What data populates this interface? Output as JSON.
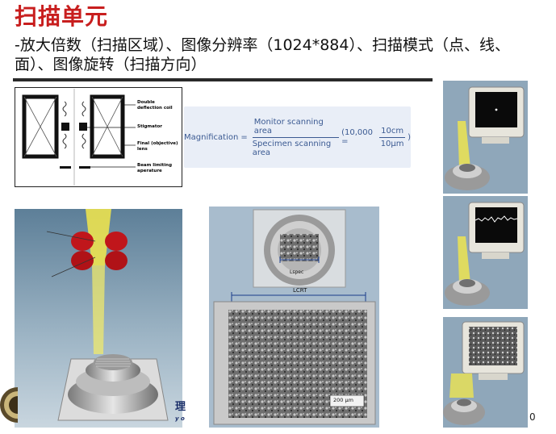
{
  "slide": {
    "title": "扫描单元",
    "subtitle": "-放大倍数（扫描区域）、图像分辨率（1024*884）、扫描模式（点、线、面）、图像旋转（扫描方向）",
    "page_number": "0"
  },
  "column_diagram": {
    "labels": {
      "deflection": "Double deflection coil",
      "stigmator": "Stigmator",
      "lens": "Final (objective) lens",
      "aperture": "Beam limiting aperature"
    }
  },
  "formula": {
    "lhs": "Magnification",
    "num": "Monitor scanning area",
    "den": "Specimen scanning area",
    "example_prefix": "(10,000 =",
    "example_num": "10cm",
    "example_den": "10μm",
    "example_suffix": ")"
  },
  "scan_figure": {
    "lspec_label": "Lspec",
    "lcrt_label": "LCRT",
    "scalebar_label": "200 μm"
  },
  "logo": {
    "text": "理",
    "sub": "y o"
  }
}
